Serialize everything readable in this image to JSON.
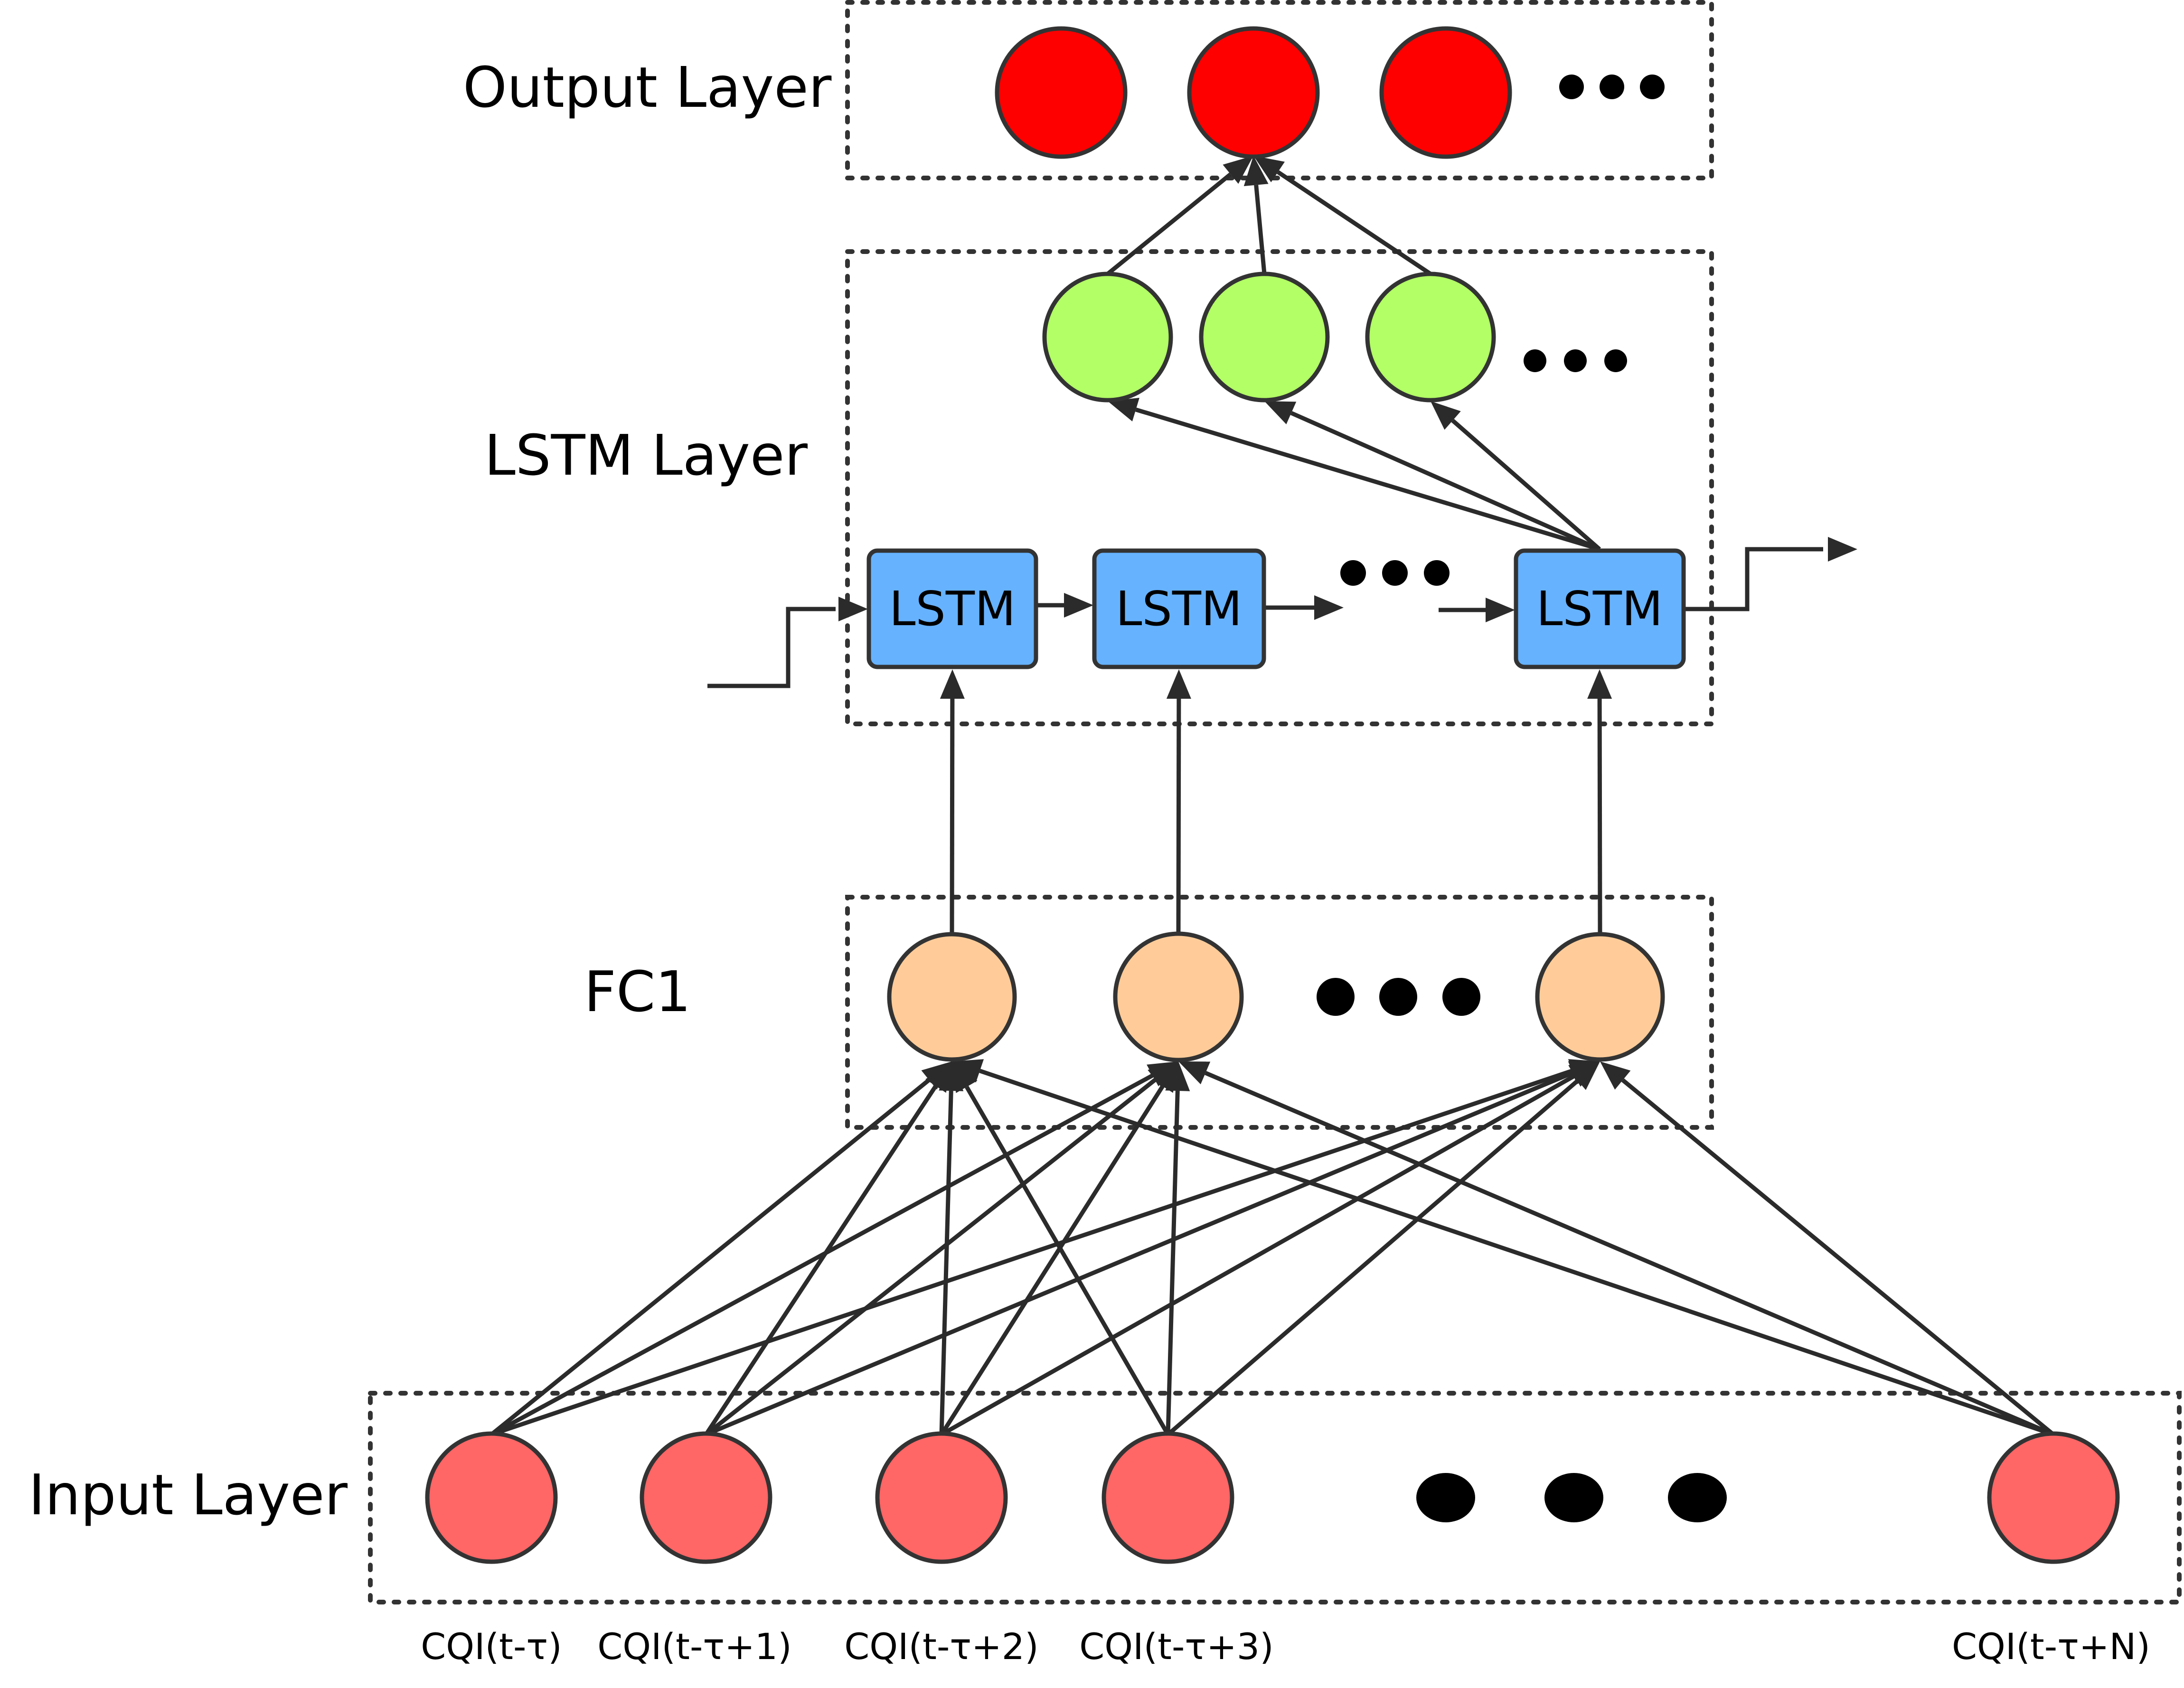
{
  "layers": {
    "output": "Output Layer",
    "lstm": "LSTM Layer",
    "fc": "FC1",
    "input": "Input Layer"
  },
  "lstm_cell_label": "LSTM",
  "input_nodes": [
    "CQI(t-τ)",
    "CQI(t-τ+1)",
    "CQI(t-τ+2)",
    "CQI(t-τ+3)",
    "CQI(t-τ+N)"
  ],
  "colors": {
    "output_node": "#ff0000",
    "lstm_output_node": "#b3ff66",
    "fc_node": "#ffcc99",
    "input_node": "#ff6666",
    "lstm_cell": "#66b2ff",
    "edge": "#2b2b2b",
    "box_border": "#333333"
  }
}
